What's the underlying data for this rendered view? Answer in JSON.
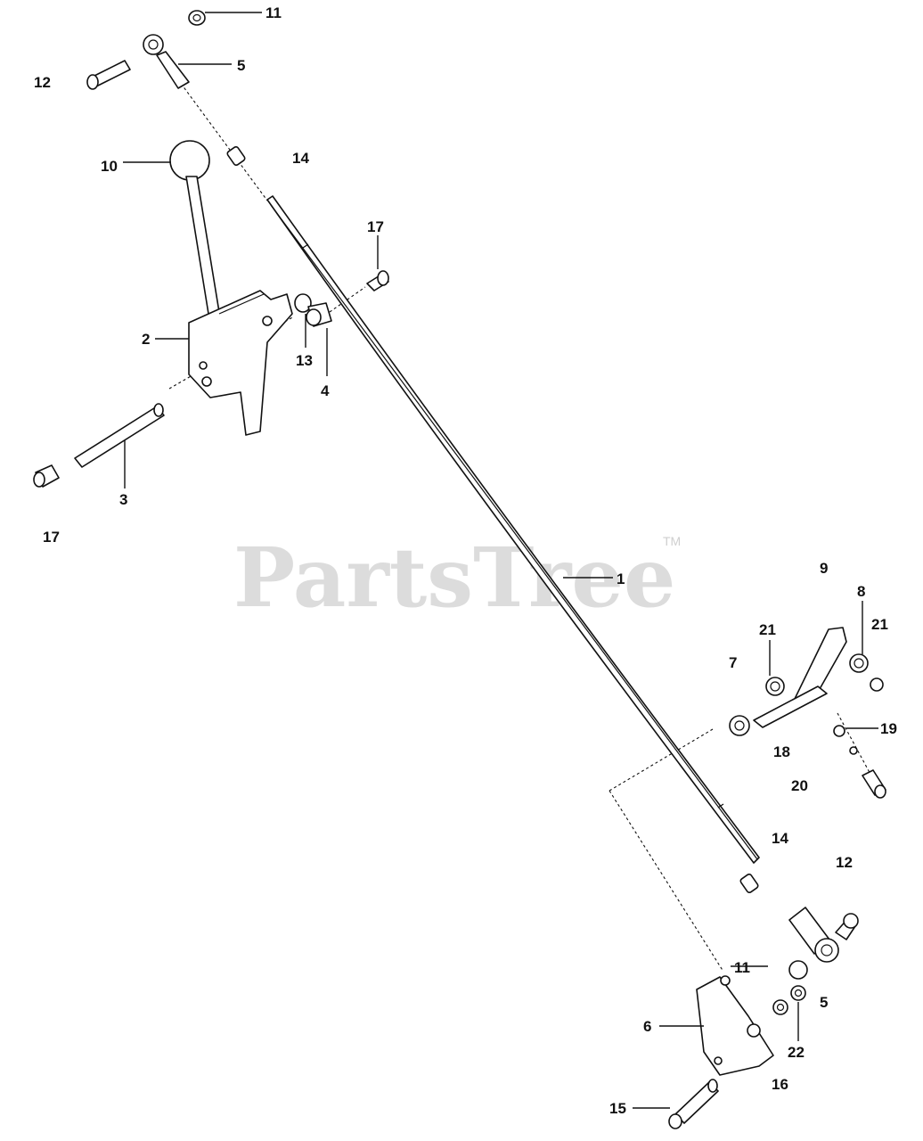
{
  "watermark": {
    "text": "PartsTree",
    "trademark": "TM"
  },
  "callouts": [
    {
      "id": "c11a",
      "text": "11"
    },
    {
      "id": "c5a",
      "text": "5"
    },
    {
      "id": "c12a",
      "text": "12"
    },
    {
      "id": "c10",
      "text": "10"
    },
    {
      "id": "c14a",
      "text": "14"
    },
    {
      "id": "c17a",
      "text": "17"
    },
    {
      "id": "c2",
      "text": "2"
    },
    {
      "id": "c13",
      "text": "13"
    },
    {
      "id": "c4",
      "text": "4"
    },
    {
      "id": "c3",
      "text": "3"
    },
    {
      "id": "c17b",
      "text": "17"
    },
    {
      "id": "c1",
      "text": "1"
    },
    {
      "id": "c9",
      "text": "9"
    },
    {
      "id": "c8",
      "text": "8"
    },
    {
      "id": "c21a",
      "text": "21"
    },
    {
      "id": "c21b",
      "text": "21"
    },
    {
      "id": "c7",
      "text": "7"
    },
    {
      "id": "c19",
      "text": "19"
    },
    {
      "id": "c18",
      "text": "18"
    },
    {
      "id": "c20",
      "text": "20"
    },
    {
      "id": "c14b",
      "text": "14"
    },
    {
      "id": "c12b",
      "text": "12"
    },
    {
      "id": "c11b",
      "text": "11"
    },
    {
      "id": "c5b",
      "text": "5"
    },
    {
      "id": "c6",
      "text": "6"
    },
    {
      "id": "c22",
      "text": "22"
    },
    {
      "id": "c16",
      "text": "16"
    },
    {
      "id": "c15",
      "text": "15"
    }
  ]
}
